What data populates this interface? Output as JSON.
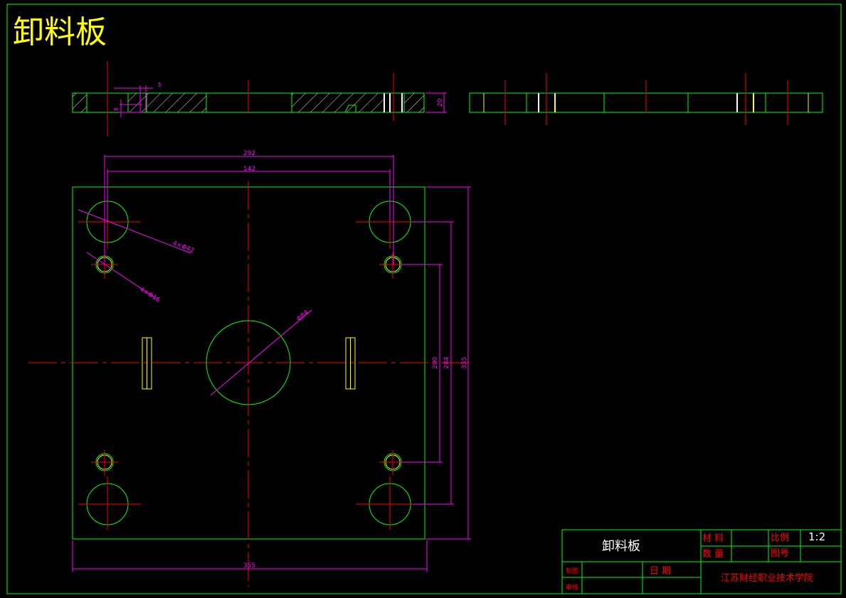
{
  "drawing": {
    "title": "卸料板",
    "colors": {
      "background": "#000000",
      "outline": "#00ff00",
      "centerline": "#ff0000",
      "dimension": "#ff00ff",
      "hatch": "#ffffff",
      "slot": "#ffff00",
      "title_text": "#ffff00",
      "titleblock_label": "#ff0000",
      "titleblock_text": "#ffffff"
    }
  },
  "section_view": {
    "dims": {
      "step_width": "5",
      "step_depth": "8",
      "thickness": "20"
    }
  },
  "plan_view": {
    "dims": {
      "top_outer": "292",
      "top_inner": "142",
      "large_hole": "4×Φ42",
      "small_hole": "4×Φ16",
      "center_hole": "Φ84",
      "right_inner": "200",
      "right_middle": "284",
      "right_outer": "355",
      "bottom_width": "355"
    }
  },
  "title_block": {
    "part_name": "卸料板",
    "material_label": "材 料",
    "quantity_label": "数 量",
    "scale_label": "比例",
    "scale_value": "1:2",
    "drawing_no_label": "图号",
    "drawn_by_label": "制图",
    "checked_by_label": "审核",
    "date_label": "日   期",
    "school": "江苏财经职业技术学院"
  }
}
